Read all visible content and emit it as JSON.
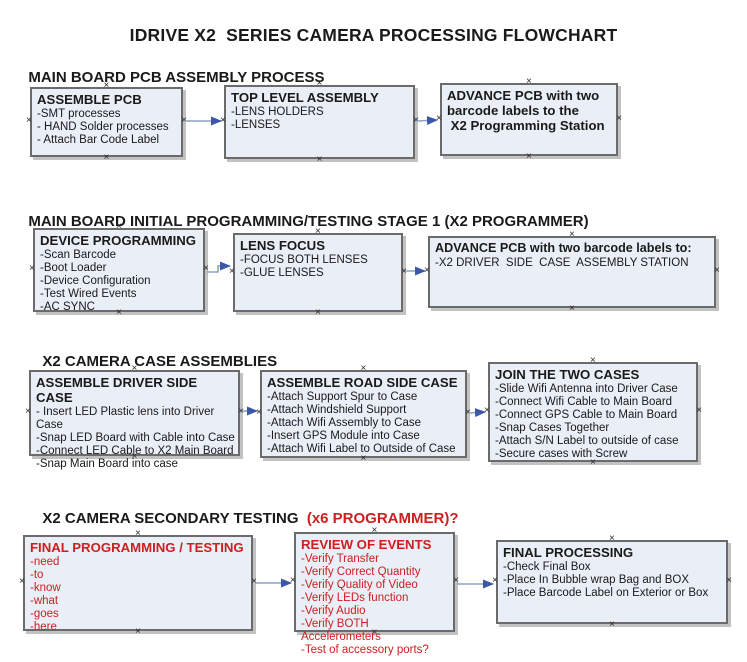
{
  "title": "IDRIVE X2  SERIES CAMERA PROCESSING FLOWCHART",
  "colors": {
    "box_fill": "#e9eef7",
    "box_border": "#6b6b6b",
    "connector_line": "#8ca3c2",
    "arrow_head": "#3b57a6",
    "red_text": "#cc2020",
    "shadow": "#c2c2c2"
  },
  "sections": [
    {
      "header": "MAIN BOARD PCB ASSEMBLY PROCESS",
      "header_suffix": ""
    },
    {
      "header": "MAIN BOARD INITIAL PROGRAMMING/TESTING STAGE 1 (X2 PROGRAMMER)",
      "header_suffix": ""
    },
    {
      "header": "X2 CAMERA CASE ASSEMBLIES",
      "header_suffix": ""
    },
    {
      "header": "X2 CAMERA SECONDARY TESTING ",
      "header_suffix": " (x6 PROGRAMMER)?"
    }
  ],
  "boxes": {
    "assemble_pcb": {
      "title": "ASSEMBLE PCB",
      "items": [
        "-SMT processes",
        "- HAND Solder processes",
        "- Attach Bar Code Label"
      ]
    },
    "top_level_assembly": {
      "title": "TOP LEVEL ASSEMBLY",
      "items": [
        "-LENS HOLDERS",
        "-LENSES"
      ]
    },
    "advance_pcb_to_programming": {
      "title": "ADVANCE PCB with two barcode labels to the\n X2 Programming Station",
      "items": []
    },
    "device_programming": {
      "title": "DEVICE PROGRAMMING",
      "items": [
        "-Scan Barcode",
        "-Boot Loader",
        "-Device Configuration",
        "-Test Wired Events",
        "-AC SYNC"
      ]
    },
    "lens_focus": {
      "title": "LENS FOCUS",
      "items": [
        "-FOCUS BOTH LENSES",
        "-GLUE LENSES"
      ]
    },
    "advance_pcb_to_case_station": {
      "title": "ADVANCE PCB with two barcode labels to:",
      "items": [
        "-X2 DRIVER  SIDE  CASE  ASSEMBLY STATION"
      ]
    },
    "assemble_driver_side_case": {
      "title": "ASSEMBLE DRIVER SIDE CASE",
      "items": [
        "- Insert LED Plastic lens into Driver Case",
        "-Snap LED Board with Cable into Case",
        "-Connect LED Cable to X2 Main Board",
        "-Snap Main Board into case"
      ]
    },
    "assemble_road_side_case": {
      "title": "ASSEMBLE ROAD SIDE CASE",
      "items": [
        "-Attach Support Spur to Case",
        "-Attach Windshield Support",
        "-Attach Wifi Assembly to Case",
        "-Insert GPS Module into Case",
        "-Attach Wifi Label to Outside of Case"
      ]
    },
    "join_the_two_cases": {
      "title": "JOIN THE TWO CASES",
      "items": [
        "-Slide Wifi Antenna into Driver Case",
        "-Connect Wifi Cable to Main Board",
        "-Connect GPS Cable to Main Board",
        "-Snap Cases Together",
        "-Attach S/N Label to outside of case",
        "-Secure cases with Screw"
      ]
    },
    "final_programming_testing": {
      "title": "FINAL PROGRAMMING / TESTING",
      "items": [
        "-need",
        "-to",
        "-know",
        "-what",
        "-goes",
        "-here"
      ]
    },
    "review_of_events": {
      "title": "REVIEW OF EVENTS",
      "items": [
        "-Verify Transfer",
        "-Verify Correct Quantity",
        "-Verify Quality of Video",
        "-Verify LEDs function",
        "-Verify Audio",
        "-Verify BOTH Accelerometers",
        "-Test of accessory ports?"
      ]
    },
    "final_processing": {
      "title": "FINAL PROCESSING",
      "items": [
        "-Check Final Box",
        "-Place In Bubble wrap Bag and BOX",
        "-Place Barcode Label on Exterior or Box"
      ]
    }
  }
}
